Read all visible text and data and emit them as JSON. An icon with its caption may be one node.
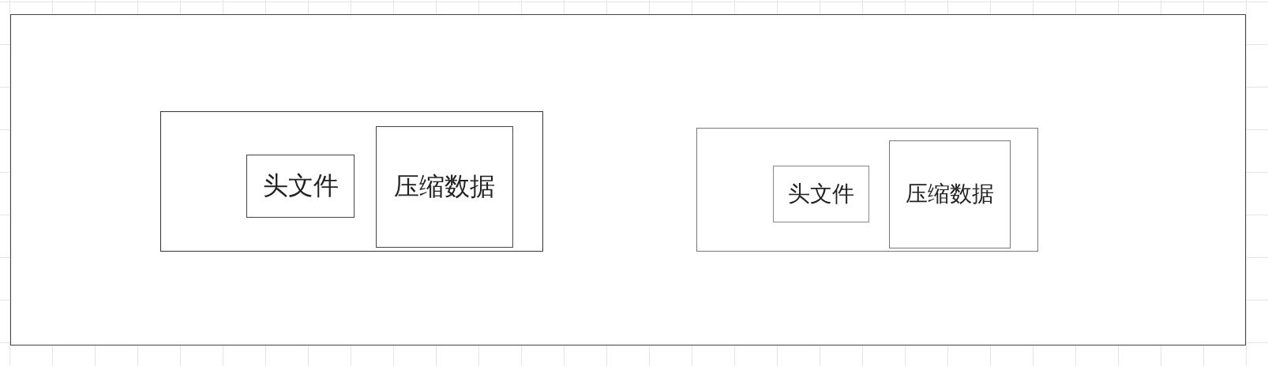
{
  "diagram": {
    "nodes": [
      {
        "text": [],
        "shape": "box"
      },
      {
        "text": [],
        "shape": "box",
        "in": 0
      },
      {
        "text": [
          "头文件"
        ],
        "in": 1
      },
      {
        "text": [
          "压缩数据"
        ],
        "in": 1
      },
      {
        "text": [],
        "shape": "box",
        "in": 0
      },
      {
        "text": [
          "头文件"
        ],
        "in": 4
      },
      {
        "text": [
          "压缩数据"
        ],
        "in": 4
      }
    ]
  }
}
